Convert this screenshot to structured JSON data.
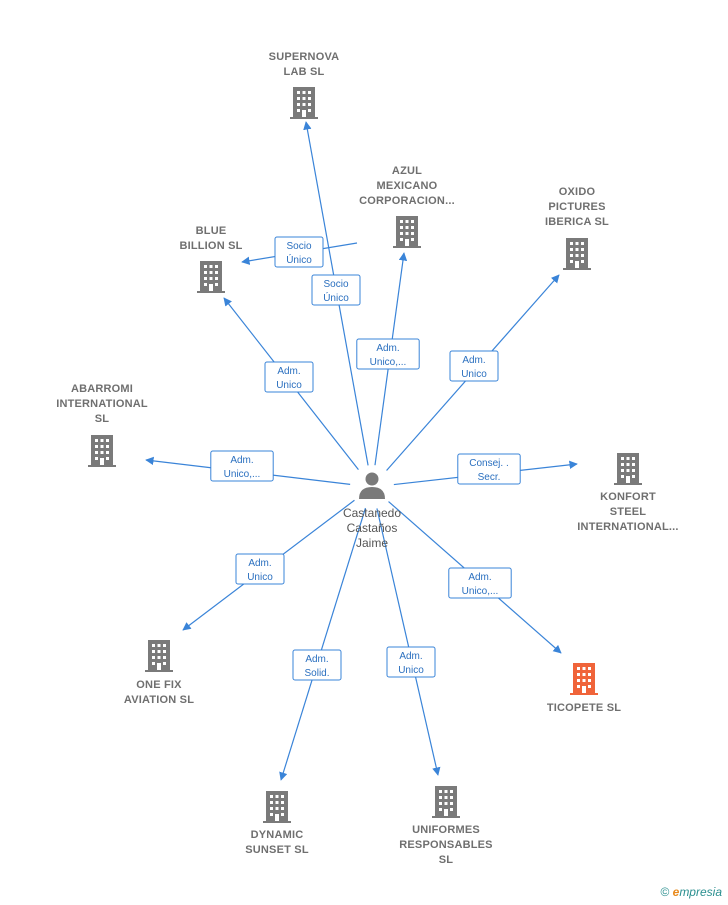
{
  "center": {
    "label_lines": [
      "Castanedo",
      "Castaños",
      "Jaime"
    ],
    "icon": "person-icon"
  },
  "companies": [
    {
      "id": "supernova",
      "label_lines": [
        "SUPERNOVA",
        "LAB  SL"
      ],
      "highlight": false
    },
    {
      "id": "azul",
      "label_lines": [
        "AZUL",
        "MEXICANO",
        "CORPORACION..."
      ],
      "highlight": false
    },
    {
      "id": "blue",
      "label_lines": [
        "BLUE",
        "BILLION  SL"
      ],
      "highlight": false
    },
    {
      "id": "oxido",
      "label_lines": [
        "OXIDO",
        "PICTURES",
        "IBERICA  SL"
      ],
      "highlight": false
    },
    {
      "id": "abarromi",
      "label_lines": [
        "ABARROMI",
        "INTERNATIONAL",
        "SL"
      ],
      "highlight": false
    },
    {
      "id": "konfort",
      "label_lines": [
        "KONFORT",
        "STEEL",
        "INTERNATIONAL..."
      ],
      "highlight": false
    },
    {
      "id": "onefix",
      "label_lines": [
        "ONE FIX",
        "AVIATION  SL"
      ],
      "highlight": false
    },
    {
      "id": "ticopete",
      "label_lines": [
        "TICOPETE  SL"
      ],
      "highlight": true
    },
    {
      "id": "dynamic",
      "label_lines": [
        "DYNAMIC",
        "SUNSET SL"
      ],
      "highlight": false
    },
    {
      "id": "uniformes",
      "label_lines": [
        "UNIFORMES",
        "RESPONSABLES",
        "SL"
      ],
      "highlight": false
    }
  ],
  "edges": [
    {
      "to": "supernova",
      "label_lines": [
        "Socio",
        "Único"
      ]
    },
    {
      "to": "blue",
      "label_lines": [
        "Socio",
        "Único"
      ],
      "from": "azul"
    },
    {
      "to": "azul",
      "label_lines": [
        "Adm.",
        "Unico,..."
      ]
    },
    {
      "to": "blue",
      "label_lines": [
        "Adm.",
        "Unico"
      ]
    },
    {
      "to": "oxido",
      "label_lines": [
        "Adm.",
        "Unico"
      ]
    },
    {
      "to": "abarromi",
      "label_lines": [
        "Adm.",
        "Unico,..."
      ]
    },
    {
      "to": "konfort",
      "label_lines": [
        "Consej. .",
        "Secr."
      ]
    },
    {
      "to": "onefix",
      "label_lines": [
        "Adm.",
        "Unico"
      ]
    },
    {
      "to": "ticopete",
      "label_lines": [
        "Adm.",
        "Unico,..."
      ]
    },
    {
      "to": "dynamic",
      "label_lines": [
        "Adm.",
        "Solid."
      ]
    },
    {
      "to": "uniformes",
      "label_lines": [
        "Adm.",
        "Unico"
      ]
    }
  ],
  "colors": {
    "building": "#7a7a7a",
    "building_highlight": "#f0643a",
    "edge": "#3a84d8",
    "person": "#7a7a7a"
  },
  "footer": {
    "copyright": "©",
    "brand_initial": "e",
    "brand_rest": "mpresia"
  }
}
